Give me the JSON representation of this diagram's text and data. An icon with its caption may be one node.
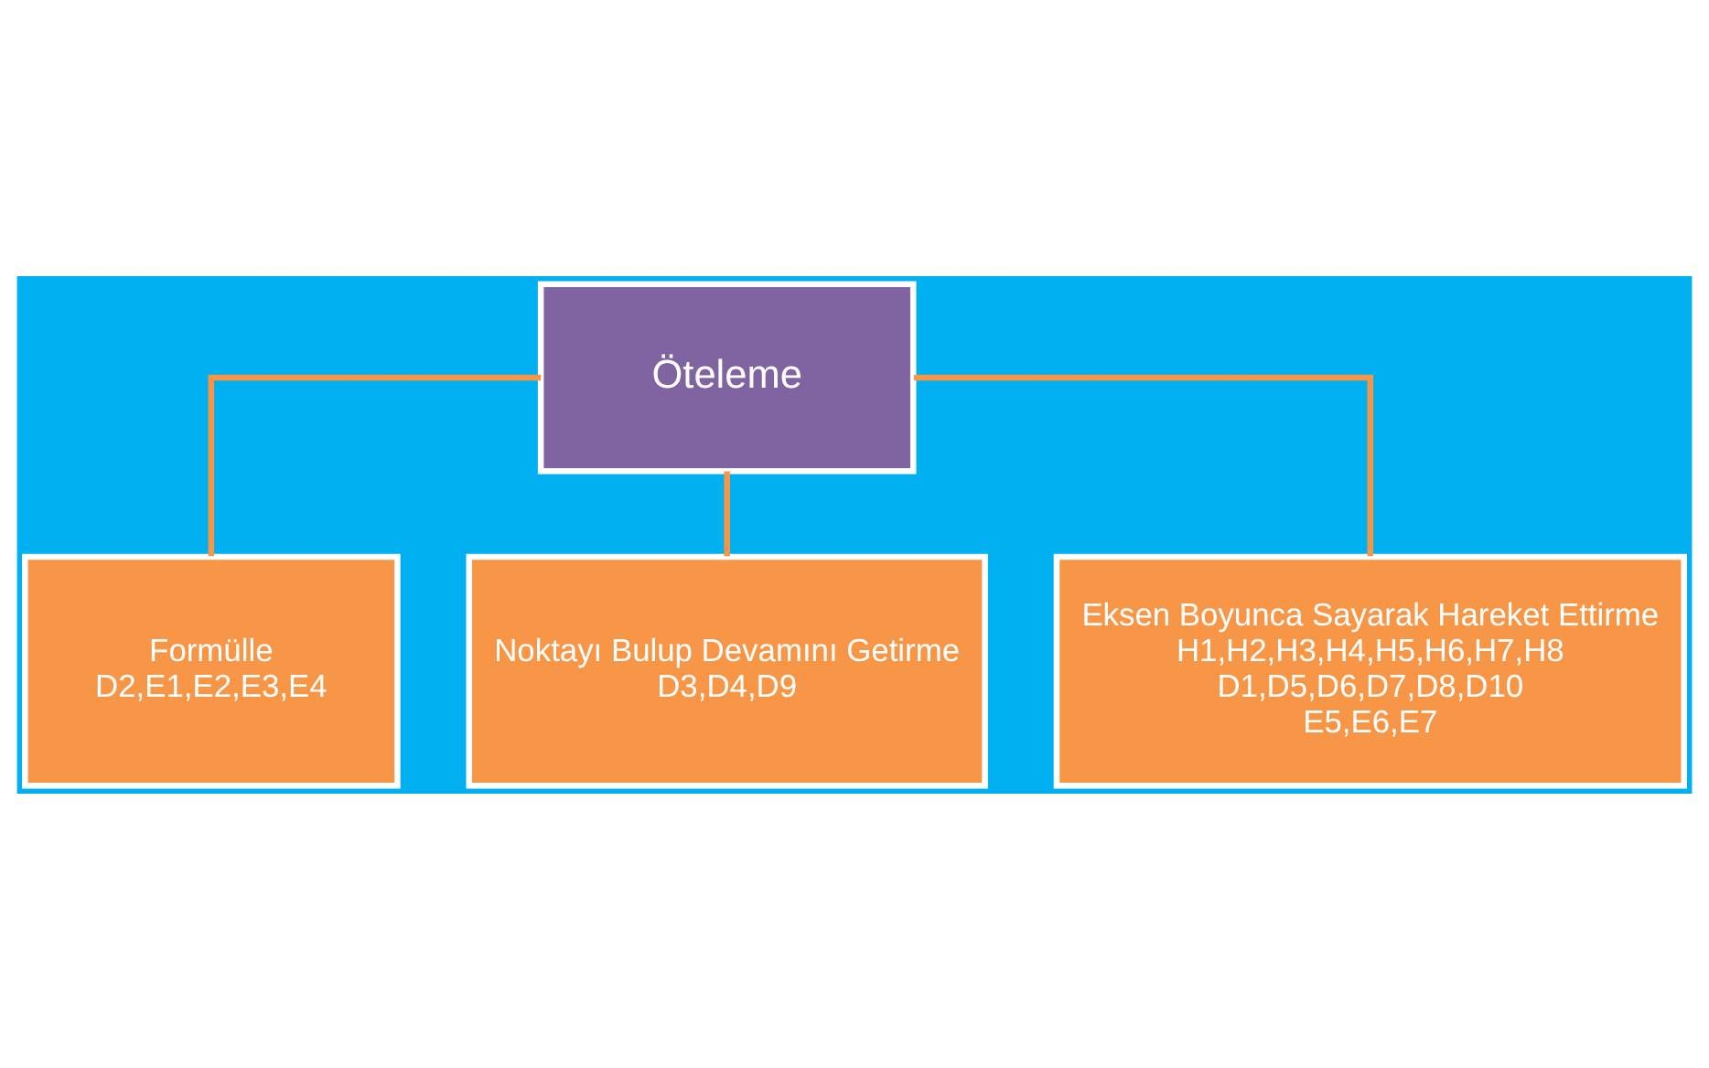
{
  "diagram": {
    "nodes": [
      {
        "text": [
          "Öteleme"
        ]
      },
      {
        "text": [
          "Formülle",
          "D2,E1,E2,E3,E4"
        ]
      },
      {
        "text": [
          "Noktayı Bulup Devamını Getirme",
          "D3,D4,D9"
        ]
      },
      {
        "text": [
          "Eksen Boyunca Sayarak Hareket Ettirme",
          "H1,H2,H3,H4,H5,H6,H7,H8",
          "D1,D5,D6,D7,D8,D10",
          "E5,E6,E7"
        ]
      }
    ],
    "edges": [
      {
        "from": 0,
        "to": 1,
        "arrow": "none"
      },
      {
        "from": 0,
        "to": 2,
        "arrow": "none"
      },
      {
        "from": 0,
        "to": 3,
        "arrow": "none"
      }
    ]
  }
}
